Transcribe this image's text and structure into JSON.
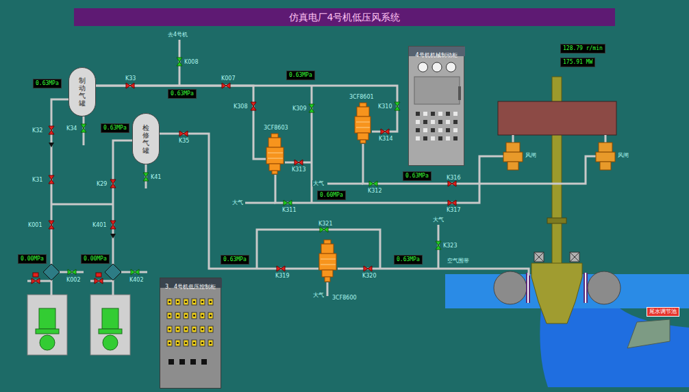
{
  "diagram": {
    "title": "仿真电厂4号机低压风系统",
    "nodes": [
      {
        "text": [
          "制动气罐"
        ]
      },
      {
        "text": [
          "0.63MPa"
        ]
      },
      {
        "text": [
          "检修气罐"
        ]
      },
      {
        "text": [
          "0.63MPa"
        ]
      },
      {
        "text": [
          "0.63MPa"
        ]
      },
      {
        "text": [
          "0.63MPa"
        ]
      },
      {
        "text": [
          "4号机机械制动柜"
        ]
      },
      {
        "text": [
          "128.79 r/min"
        ]
      },
      {
        "text": [
          "175.91 MW"
        ]
      },
      {
        "text": [
          "3CF8603"
        ]
      },
      {
        "text": [
          "3CF8601"
        ]
      },
      {
        "text": [
          "风闸"
        ]
      },
      {
        "text": [
          "风闸"
        ]
      },
      {
        "text": [
          "0.63MPa"
        ]
      },
      {
        "text": [
          "0.60MPa"
        ]
      },
      {
        "text": [
          "0.00MPa"
        ]
      },
      {
        "text": [
          "0.00MPa"
        ]
      },
      {
        "text": [
          "0.63MPa"
        ]
      },
      {
        "text": [
          "3CF8600"
        ]
      },
      {
        "text": [
          "0.63MPa"
        ]
      },
      {
        "text": [
          "3、4号机低压控制柜"
        ]
      },
      {
        "text": [
          "尾水调节池"
        ]
      }
    ],
    "edges": [
      {
        "from": 0,
        "to": 9,
        "arrow": "none"
      },
      {
        "from": 0,
        "to": 10,
        "arrow": "none"
      },
      {
        "from": 2,
        "to": 18,
        "arrow": "none"
      },
      {
        "from": 9,
        "to": 11,
        "arrow": "none"
      },
      {
        "from": 10,
        "to": 12,
        "arrow": "none"
      }
    ],
    "labels": [
      "去4号机",
      "K33",
      "K008",
      "K007",
      "K34",
      "K32",
      "K35",
      "K41",
      "K31",
      "K29",
      "K001",
      "K401",
      "K002",
      "K402",
      "K308",
      "K309",
      "K310",
      "K314",
      "K313",
      "大气",
      "K312",
      "K316",
      "大气",
      "K311",
      "K317",
      "大气",
      "K321",
      "K323",
      "空气围带",
      "K319",
      "K320",
      "大气"
    ]
  }
}
